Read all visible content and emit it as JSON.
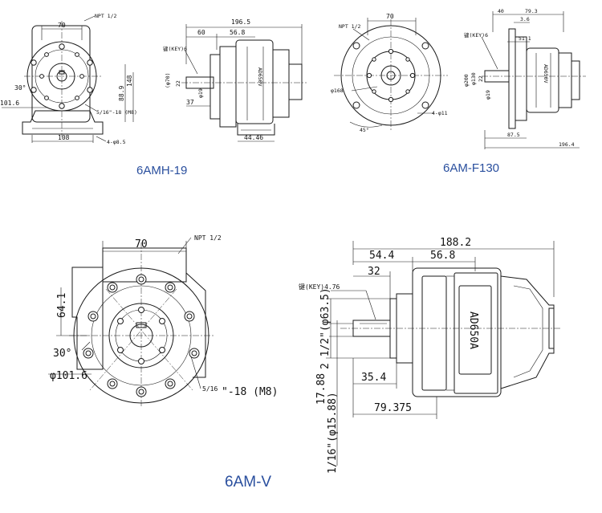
{
  "captions": {
    "amh": "6AMH-19",
    "amf": "6AM-F130",
    "amv": "6AM-V"
  },
  "amh_front": {
    "d70": "70",
    "npt": "NPT 1/2",
    "d30": "30°",
    "d1016": "101.6",
    "d889": "88.9",
    "d148": "148",
    "thread": "5/16\"-18 (M8)",
    "d108": "108",
    "holes": "4-φ8.5"
  },
  "amh_side": {
    "d1965": "196.5",
    "d60": "60",
    "d568": "56.8",
    "key": "键(KEY)6",
    "shaft": "(φ70)",
    "d22": "22",
    "d19": "φ19",
    "d37": "37",
    "d4446": "44.46",
    "model": "AD650V"
  },
  "amf_front": {
    "d70": "70",
    "npt": "NPT 1/2",
    "d168": "φ168",
    "d11": "4-φ11",
    "d45": "45°"
  },
  "amf_side": {
    "d40": "40",
    "d793": "79.3",
    "d36": "3.6",
    "d511": "51.1",
    "key": "键(KEY)6",
    "d200": "φ200",
    "d130": "φ130",
    "d22": "22",
    "d19": "φ19",
    "d875": "87.5",
    "d1964": "196.4",
    "model": "AD650V"
  },
  "amv_front": {
    "d70": "70",
    "npt": "NPT 1/2",
    "d641": "64.1",
    "d30": "30°",
    "d1016": "φ101.6",
    "thread_a": "5/16",
    "thread_b": "\"-18 (M8)"
  },
  "amv_side": {
    "d1882": "188.2",
    "d544": "54.4",
    "d568": "56.8",
    "d32": "32",
    "key": "键(KEY)4.76",
    "d635": "2 1/2\"(φ63.5)",
    "d1788": "17.88",
    "d354": "35.4",
    "d79375": "79.375",
    "d1588": "1/16\"(φ15.88)",
    "model": "AD650A"
  }
}
